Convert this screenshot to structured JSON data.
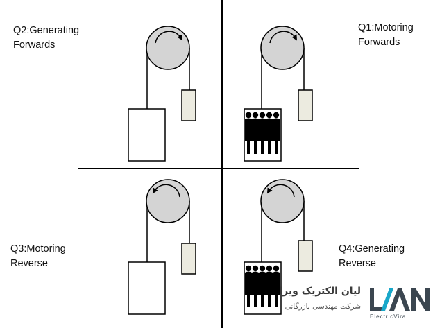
{
  "quadrants": {
    "q1": {
      "label": "Q1:Motoring\nForwards",
      "rotation": "clockwise",
      "load": "passengers"
    },
    "q2": {
      "label": "Q2:Generating\nForwards",
      "rotation": "clockwise",
      "load": "empty"
    },
    "q3": {
      "label": "Q3:Motoring\nReverse",
      "rotation": "counter-clockwise",
      "load": "empty"
    },
    "q4": {
      "label": "Q4:Generating\nReverse",
      "rotation": "counter-clockwise",
      "load": "passengers"
    }
  },
  "logo": {
    "company_fa": "لیان الکتریک ویرا",
    "subtitle_fa": "شرکت مهندسی بازرگانی",
    "wordmark": "LIAN",
    "tagline": "ElectricVira",
    "colors": {
      "dark": "#3b4650",
      "accent": "#18a7c9"
    }
  },
  "colors": {
    "pulley": "#d4d4d4",
    "counterweight": "#ecebe0",
    "outline": "#000000"
  }
}
